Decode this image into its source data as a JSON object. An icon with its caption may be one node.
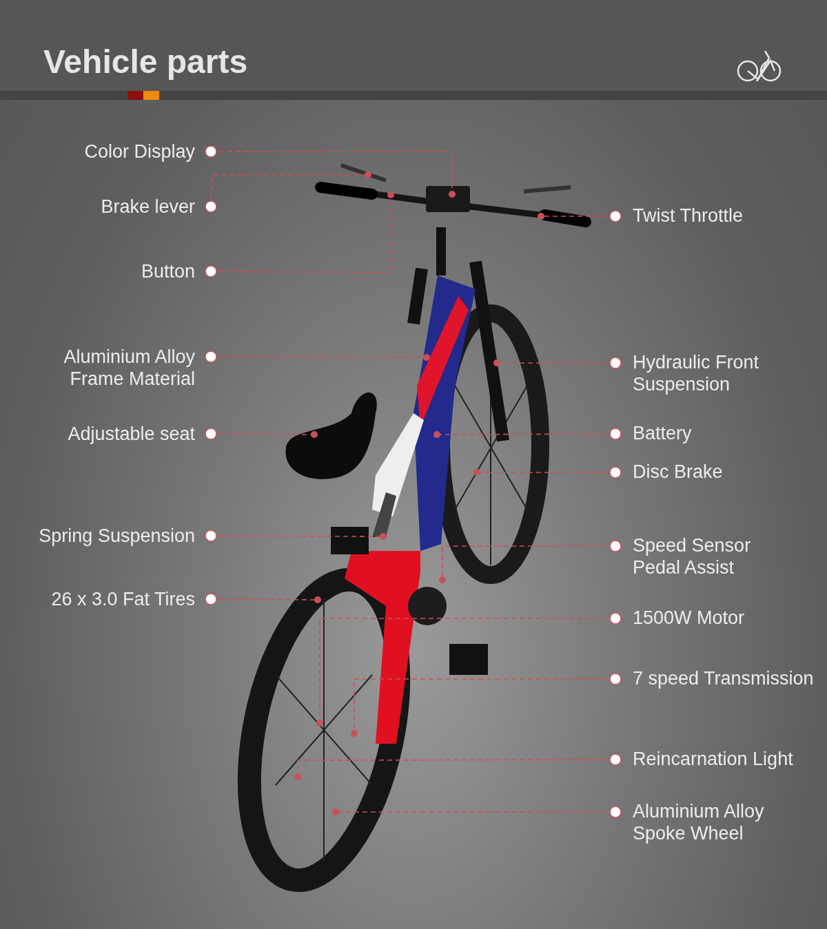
{
  "diagram": {
    "title": "Vehicle parts",
    "nodes": [
      {
        "text": [
          "Color Display"
        ]
      },
      {
        "text": [
          "Brake lever"
        ]
      },
      {
        "text": [
          "Button"
        ]
      },
      {
        "text": [
          "Aluminium Alloy Frame Material"
        ]
      },
      {
        "text": [
          "Adjustable seat"
        ]
      },
      {
        "text": [
          "Spring Suspension"
        ]
      },
      {
        "text": [
          "26 x 3.0 Fat Tires"
        ]
      },
      {
        "text": [
          "Twist Throttle"
        ]
      },
      {
        "text": [
          "Hydraulic Front Suspension"
        ]
      },
      {
        "text": [
          "Battery"
        ]
      },
      {
        "text": [
          "Disc Brake"
        ]
      },
      {
        "text": [
          "Speed Sensor Pedal Assist"
        ]
      },
      {
        "text": [
          "1500W Motor"
        ]
      },
      {
        "text": [
          "7 speed Transmission"
        ]
      },
      {
        "text": [
          "Reincarnation Light"
        ]
      },
      {
        "text": [
          "Aluminium Alloy Spoke Wheel"
        ]
      }
    ],
    "edges": [
      {
        "from": 0,
        "to": null,
        "arrow": "other",
        "style": "dashed"
      },
      {
        "from": 1,
        "to": null,
        "arrow": "other",
        "style": "dashed"
      },
      {
        "from": 2,
        "to": null,
        "arrow": "other",
        "style": "dashed"
      },
      {
        "from": 3,
        "to": null,
        "arrow": "other",
        "style": "dashed"
      },
      {
        "from": 4,
        "to": null,
        "arrow": "other",
        "style": "dashed"
      },
      {
        "from": 5,
        "to": null,
        "arrow": "other",
        "style": "dashed"
      },
      {
        "from": 6,
        "to": null,
        "arrow": "other",
        "style": "dashed"
      },
      {
        "from": 7,
        "to": null,
        "arrow": "other",
        "style": "dashed"
      },
      {
        "from": 8,
        "to": null,
        "arrow": "other",
        "style": "dashed"
      },
      {
        "from": 9,
        "to": null,
        "arrow": "other",
        "style": "dashed"
      },
      {
        "from": 10,
        "to": null,
        "arrow": "other",
        "style": "dashed"
      },
      {
        "from": 11,
        "to": null,
        "arrow": "other",
        "style": "dashed"
      },
      {
        "from": 12,
        "to": null,
        "arrow": "other",
        "style": "dashed"
      },
      {
        "from": 13,
        "to": null,
        "arrow": "other",
        "style": "dashed"
      },
      {
        "from": 14,
        "to": null,
        "arrow": "other",
        "style": "dashed"
      },
      {
        "from": 15,
        "to": null,
        "arrow": "other",
        "style": "dashed"
      }
    ]
  }
}
